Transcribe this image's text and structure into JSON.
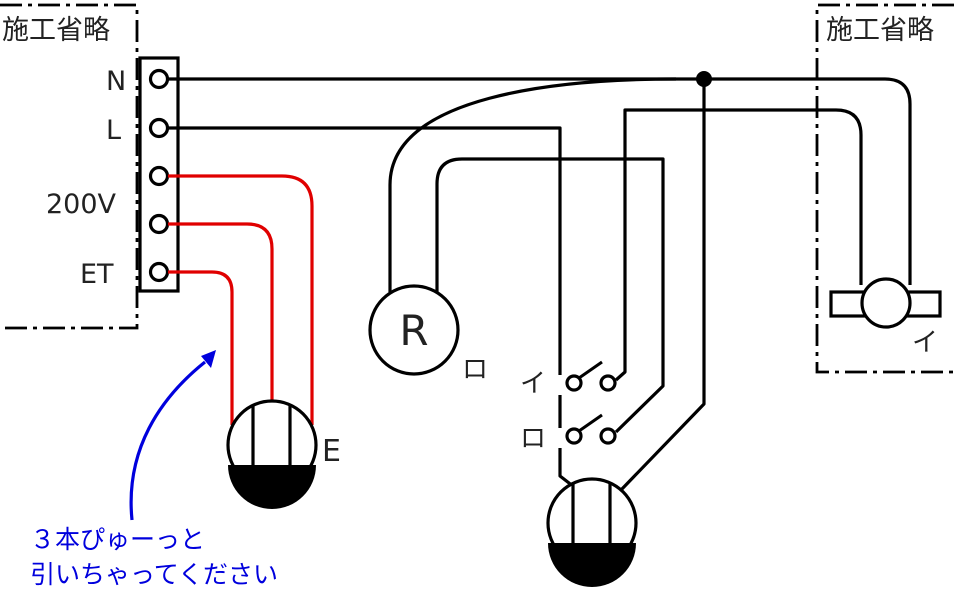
{
  "left_box": {
    "title": "施工省略"
  },
  "right_box": {
    "title": "施工省略"
  },
  "terminals": {
    "n": "N",
    "l": "L",
    "v200": "200V",
    "et": "ET"
  },
  "lamp": {
    "symbol": "R",
    "tag": "ロ"
  },
  "light": {
    "tag": "イ"
  },
  "switches": {
    "top": "イ",
    "bottom": "ロ"
  },
  "outlet200": {
    "tag": "E"
  },
  "note": {
    "line1": "３本ぴゅーっと",
    "line2": "引いちゃってください"
  },
  "colors": {
    "power_wire": "#000000",
    "et_wires": "#e00000",
    "annotation": "#0000dd"
  }
}
